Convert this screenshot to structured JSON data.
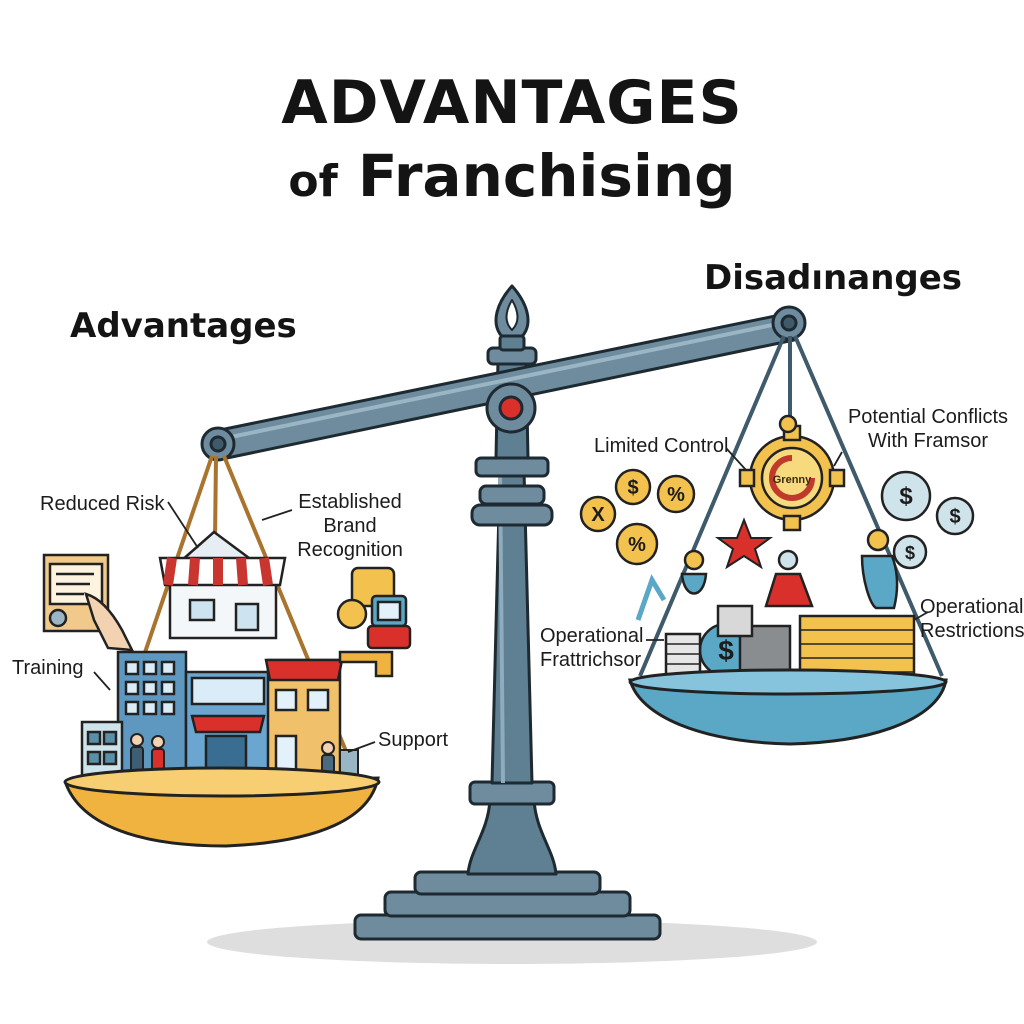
{
  "title": {
    "line1": "ADVANTAGES",
    "line2_prefix": "of",
    "line2_main": "Franchising"
  },
  "left": {
    "heading": "Advantages",
    "labels": {
      "reduced_risk": "Reduced Risk",
      "brand_line1": "Established",
      "brand_line2": "Brand",
      "brand_line3": "Recognition",
      "training": "Training",
      "support": "Support"
    }
  },
  "right": {
    "heading": "Disadınanges",
    "labels": {
      "limited_control": "Limited Control",
      "conflicts_line1": "Potential Conflicts",
      "conflicts_line2": "With Framsor",
      "operational_left_line1": "Operational",
      "operational_left_line2": "Frattrichsor",
      "operational_right_line1": "Operational",
      "operational_right_line2": "Restrictions"
    },
    "gear_text": "Grenny",
    "coin_symbols": [
      "$",
      "%",
      "%",
      "$",
      "$",
      "$",
      "$"
    ],
    "x_symbol": "X"
  },
  "colors": {
    "metal": "#5f7f92",
    "metal_dark": "#3f5b6b",
    "pan_left": "#f0b33f",
    "pan_right": "#5aa7c6",
    "accent_red": "#d9302b",
    "coin": "#f2c14e",
    "shadow": "#dcdcdc"
  }
}
